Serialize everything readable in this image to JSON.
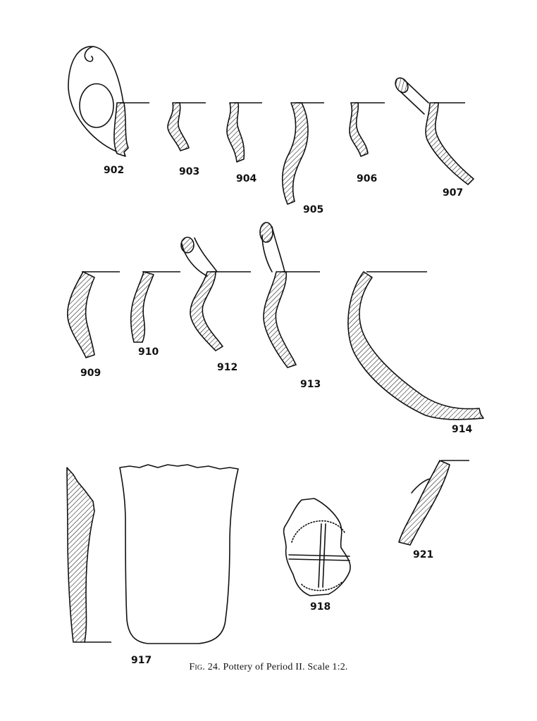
{
  "figure": {
    "fig_label": "Fig.",
    "number": "24.",
    "title": "Pottery of Period II.",
    "scale": "Scale 1:2."
  },
  "sherds": [
    {
      "id": "902",
      "label": "902"
    },
    {
      "id": "903",
      "label": "903"
    },
    {
      "id": "904",
      "label": "904"
    },
    {
      "id": "905",
      "label": "905"
    },
    {
      "id": "906",
      "label": "906"
    },
    {
      "id": "907",
      "label": "907"
    },
    {
      "id": "909",
      "label": "909"
    },
    {
      "id": "910",
      "label": "910"
    },
    {
      "id": "912",
      "label": "912"
    },
    {
      "id": "913",
      "label": "913"
    },
    {
      "id": "914",
      "label": "914"
    },
    {
      "id": "917",
      "label": "917"
    },
    {
      "id": "918",
      "label": "918"
    },
    {
      "id": "921",
      "label": "921"
    }
  ]
}
